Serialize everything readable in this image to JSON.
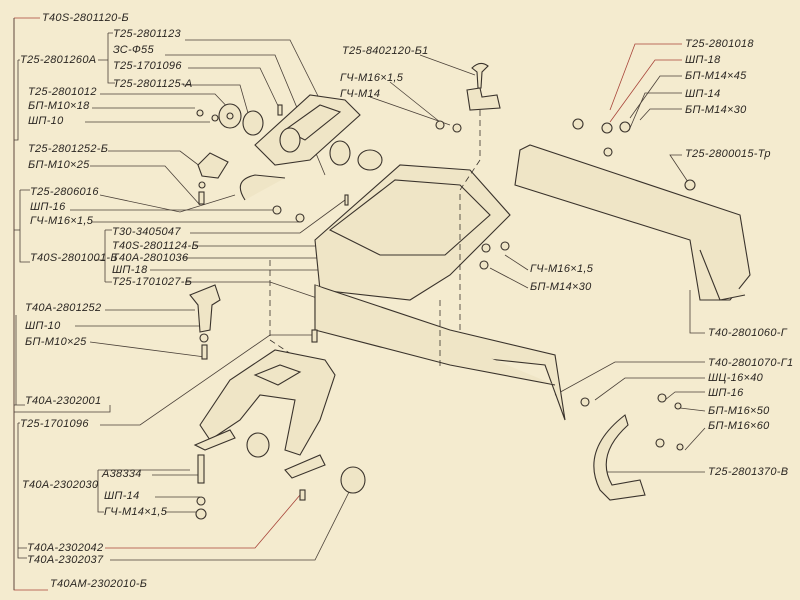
{
  "title": "Frame and supports assembly – exploded parts diagram",
  "labels": {
    "l1": "Т40S-2801120-Б",
    "l2": "Т25-2801260А",
    "l3": "Т25-2801123",
    "l4": "ЗС-Ф55",
    "l5": "Т25-1701096",
    "l6": "Т25-2801125-А",
    "l7": "Т25-2801012",
    "l8": "БП-М10×18",
    "l9": "ШП-10",
    "l10": "Т25-2801252-Б",
    "l11": "БП-М10×25",
    "l12": "Т25-2806016",
    "l13": "ШП-16",
    "l14": "ГЧ-М16×1,5",
    "l15": "Т40S-2801001-Б",
    "l16": "Т30-3405047",
    "l17": "Т40S-2801124-Б",
    "l18": "Т40А-2801036",
    "l19": "ШП-18",
    "l20": "Т25-1701027-Б",
    "l21": "Т40А-2801252",
    "l22": "ШП-10",
    "l23": "БП-М10×25",
    "l24": "Т40А-2302001",
    "l25": "Т25-1701096",
    "l26": "А38334",
    "l27": "Т40А-2302030",
    "l28": "ШП-14",
    "l29": "ГЧ-М14×1,5",
    "l30": "Т40А-2302042",
    "l31": "Т40А-2302037",
    "l32": "Т40АМ-2302010-Б",
    "m1": "Т25-8402120-Б1",
    "m2": "ГЧ-М16×1,5",
    "m3": "ГЧ-М14",
    "r1": "Т25-2801018",
    "r2": "ШП-18",
    "r3": "БП-М14×45",
    "r4": "ШП-14",
    "r5": "БП-М14×30",
    "r6": "Т25-2800015-Тр",
    "r7": "ГЧ-М16×1,5",
    "r8": "БП-М14×30",
    "r9": "Т40-2801060-Г",
    "r10": "Т40-2801070-Г1",
    "r11": "ШЦ-16×40",
    "r12": "ШП-16",
    "r13": "БП-М16×50",
    "r14": "БП-М16×60",
    "r15": "Т25-2801370-В"
  }
}
